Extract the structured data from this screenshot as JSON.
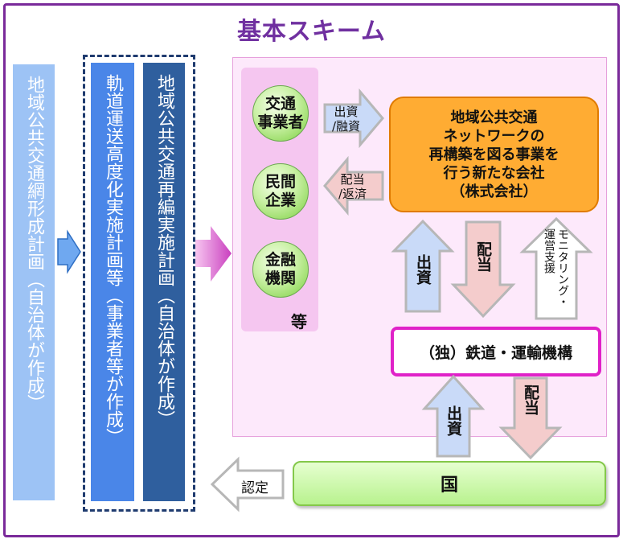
{
  "title": "基本スキーム",
  "left_columns": {
    "col1": "地域公共交通網形成計画（自治体が作成）",
    "col2": "軌道運送高度化実施計画等（事業者等が作成）",
    "col3": "地域公共交通再編実施計画（自治体が作成）"
  },
  "investors": {
    "items": [
      "交通\n事業者",
      "民間\n企業",
      "金融\n機関"
    ],
    "suffix": "等"
  },
  "arrow_labels": {
    "invest_loan": "出資\n/融資",
    "dividend_repay": "配当\n/返済",
    "invest_up": "出資",
    "dividend_down": "配当",
    "monitoring": "モニタリング・運営支援",
    "invest_up2": "出資",
    "dividend_down2": "配当",
    "certify": "認定"
  },
  "company_box": [
    "地域公共交通",
    "ネットワークの",
    "再構築を図る事業を",
    "行う新たな会社",
    "（株式会社）"
  ],
  "rail_box": "（独）鉄道・運輸機構",
  "country_box": "国",
  "colors": {
    "frame": "#7a2a9a",
    "title": "#7030a0",
    "col1": "#9dc3f5",
    "col2": "#4a86e8",
    "col3": "#2f5f9e",
    "panel": "#fde9fb",
    "company": "#ffac33",
    "rail_border": "#e022c8",
    "country": "#b8f28e"
  }
}
